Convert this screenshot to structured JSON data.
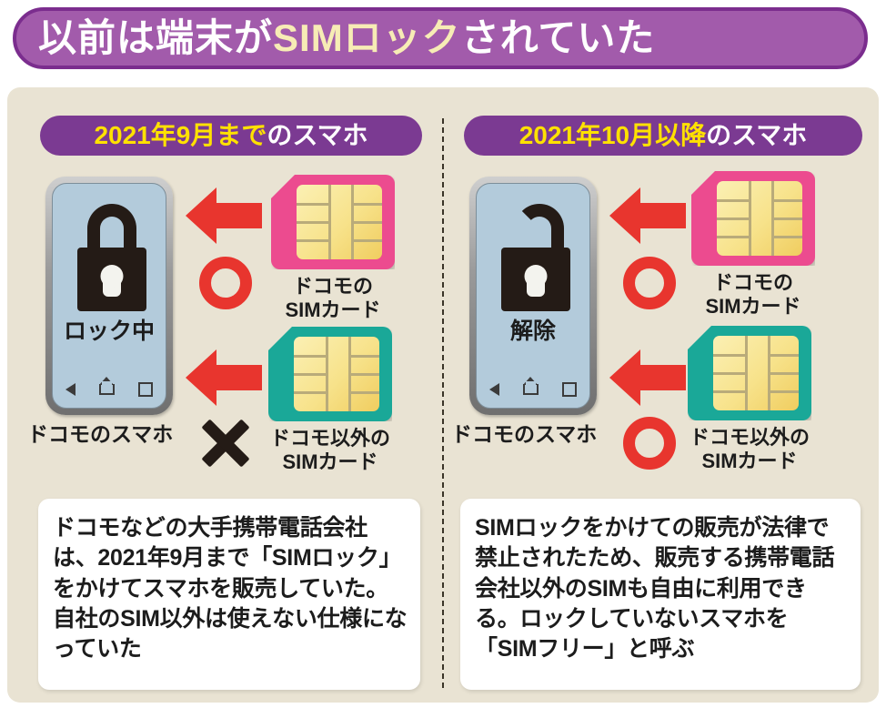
{
  "title": {
    "prefix": "以前は端末が",
    "highlight": "SIMロック",
    "suffix": "されていた",
    "highlight_color": "#f7ecb5",
    "bar_color": "#a25bab",
    "bar_border_color": "#7b2d8e"
  },
  "theme": {
    "background": "#e9e3d3",
    "header_purple": "#7b3a92",
    "header_yellow": "#ffe100",
    "arrow_red": "#e8352e",
    "circle_red": "#e8352e",
    "cross_black": "#241b16",
    "sim_pink": "#ec4b8f",
    "sim_teal": "#1aa898",
    "sim_chip_gold": "#f7e28a",
    "phone_screen": "#b3cbdb"
  },
  "panels": [
    {
      "header": {
        "yellow": "2021年9月まで",
        "white": "のスマホ"
      },
      "phone": {
        "lock_state": "locked",
        "state_label": "ロック中",
        "label": "ドコモのスマホ",
        "nav_buttons": [
          "back-icon",
          "home-icon",
          "recents-icon"
        ]
      },
      "rows": [
        {
          "arrow": "left-arrow-icon",
          "mark": "circle",
          "mark_name": "allowed-circle-mark",
          "sim": {
            "color": "pink",
            "label_line1": "ドコモの",
            "label_line2": "SIMカード"
          }
        },
        {
          "arrow": "left-arrow-icon",
          "mark": "cross",
          "mark_name": "denied-cross-mark",
          "sim": {
            "color": "teal",
            "label_line1": "ドコモ以外の",
            "label_line2": "SIMカード"
          }
        }
      ],
      "caption": "ドコモなどの大手携帯電話会社は、2021年9月まで「SIMロック」をかけてスマホを販売していた。自社のSIM以外は使えない仕様になっていた"
    },
    {
      "header": {
        "yellow": "2021年10月以降",
        "white": "のスマホ"
      },
      "phone": {
        "lock_state": "unlocked",
        "state_label": "解除",
        "label": "ドコモのスマホ",
        "nav_buttons": [
          "back-icon",
          "home-icon",
          "recents-icon"
        ]
      },
      "rows": [
        {
          "arrow": "left-arrow-icon",
          "mark": "circle",
          "mark_name": "allowed-circle-mark",
          "sim": {
            "color": "pink",
            "label_line1": "ドコモの",
            "label_line2": "SIMカード"
          }
        },
        {
          "arrow": "left-arrow-icon",
          "mark": "circle",
          "mark_name": "allowed-circle-mark",
          "sim": {
            "color": "teal",
            "label_line1": "ドコモ以外の",
            "label_line2": "SIMカード"
          }
        }
      ],
      "caption": "SIMロックをかけての販売が法律で禁止されたため、販売する携帯電話会社以外のSIMも自由に利用できる。ロックしていないスマホを「SIMフリー」と呼ぶ"
    }
  ]
}
